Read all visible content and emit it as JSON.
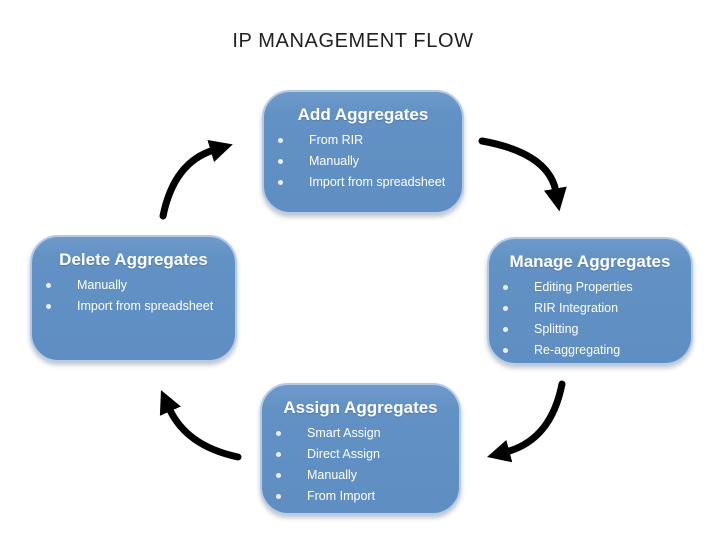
{
  "page_title": "IP MANAGEMENT FLOW",
  "colors": {
    "node_fill": "#6291c4",
    "node_border": "#b5cbe5",
    "node_text": "#ffffff",
    "arrow": "#000000",
    "title_text": "#212121",
    "background": "#ffffff"
  },
  "nodes": [
    {
      "title": "Add Aggregates",
      "items": [
        "From RIR",
        "Manually",
        "Import from spreadsheet"
      ]
    },
    {
      "title": "Manage Aggregates",
      "items": [
        "Editing Properties",
        "RIR Integration",
        "Splitting",
        "Re-aggregating"
      ]
    },
    {
      "title": "Assign Aggregates",
      "items": [
        "Smart Assign",
        "Direct Assign",
        "Manually",
        "From Import"
      ]
    },
    {
      "title": "Delete Aggregates",
      "items": [
        "Manually",
        "Import from spreadsheet"
      ]
    }
  ],
  "flow_order": [
    "Add Aggregates",
    "Manage Aggregates",
    "Assign Aggregates",
    "Delete Aggregates"
  ]
}
